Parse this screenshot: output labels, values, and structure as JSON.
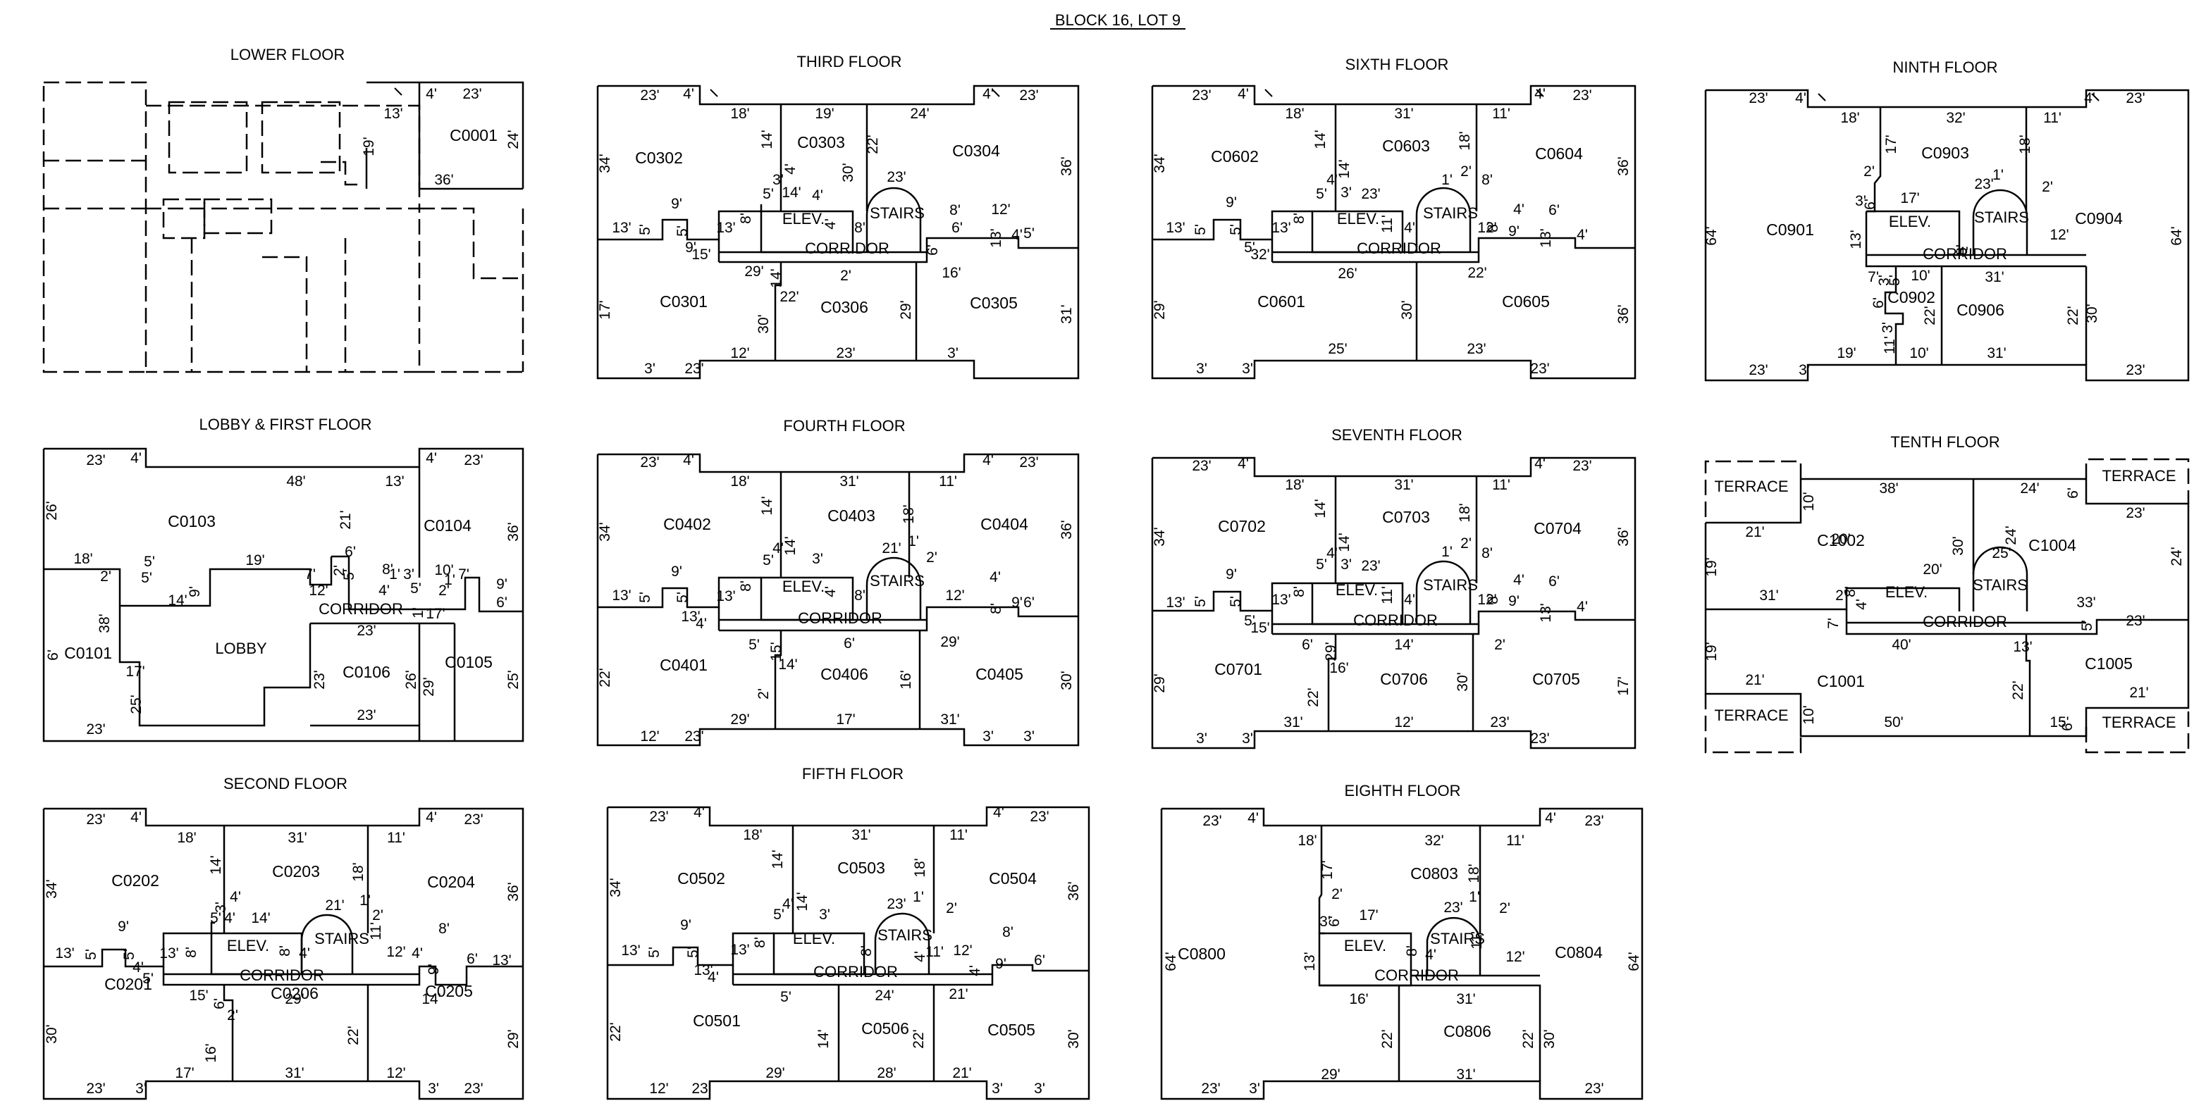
{
  "title": "BLOCK 16, LOT 9",
  "common": {
    "corridor": "CORRIDOR",
    "elev": "ELEV.",
    "stairs": "STAIRS",
    "lobby": "LOBBY",
    "terrace": "TERRACE"
  },
  "floors": [
    {
      "key": "lower",
      "title": "LOWER FLOOR",
      "units": [
        "C0001"
      ],
      "dims": [
        "13'",
        "4'",
        "23'",
        "19'",
        "24'",
        "36'"
      ]
    },
    {
      "key": "lobby",
      "title": "LOBBY & FIRST FLOOR",
      "units": [
        "C0103",
        "C0104",
        "C0101",
        "C0106",
        "C0105"
      ],
      "dims": [
        "23'",
        "4'",
        "48'",
        "4'",
        "23'",
        "26'",
        "21'",
        "13'",
        "36'",
        "18'",
        "2'",
        "5'",
        "5'",
        "14'",
        "9'",
        "19'",
        "7'",
        "12'",
        "6'",
        "2'",
        "5'",
        "8'",
        "3'",
        "4'",
        "1'",
        "5'",
        "10'",
        "1'",
        "2'",
        "7'",
        "9'",
        "6'",
        "1'",
        "17'",
        "38'",
        "6'",
        "17'",
        "25'",
        "23'",
        "23'",
        "26'",
        "29'",
        "25'",
        "23'",
        "23'"
      ]
    },
    {
      "key": "second",
      "title": "SECOND FLOOR",
      "units": [
        "C0202",
        "C0203",
        "C0204",
        "C0201",
        "C0206",
        "C0205"
      ],
      "dims": [
        "23'",
        "4'",
        "18'",
        "31'",
        "11'",
        "4'",
        "23'",
        "34'",
        "14'",
        "18'",
        "36'",
        "9'",
        "13'",
        "5'",
        "5'",
        "13'",
        "8'",
        "5'",
        "4'",
        "14'",
        "3'",
        "4'",
        "21'",
        "1'",
        "2'",
        "8'",
        "4'",
        "11'",
        "12'",
        "4'",
        "8'",
        "9'",
        "6'",
        "13'",
        "4'",
        "5'",
        "15'",
        "6'",
        "29'",
        "14'",
        "2'",
        "16'",
        "22'",
        "30'",
        "29'",
        "17'",
        "31'",
        "12'",
        "23'",
        "3'",
        "3'",
        "23'"
      ]
    },
    {
      "key": "third",
      "title": "THIRD FLOOR",
      "units": [
        "C0302",
        "C0303",
        "C0304",
        "C0301",
        "C0306",
        "C0305"
      ],
      "dims": [
        "23'",
        "4'",
        "18'",
        "19'",
        "24'",
        "4'",
        "23'",
        "34'",
        "14'",
        "22'",
        "36'",
        "30'",
        "23'",
        "9'",
        "13'",
        "5'",
        "5'",
        "13'",
        "8'",
        "5'",
        "3'",
        "4'",
        "14'",
        "4'",
        "8'",
        "4'",
        "8'",
        "12'",
        "6'",
        "13'",
        "4'",
        "5'",
        "9'",
        "15'",
        "6'",
        "29'",
        "14'",
        "2'",
        "16'",
        "22'",
        "30'",
        "29'",
        "17'",
        "31'",
        "12'",
        "23'",
        "3'",
        "3'",
        "23'"
      ]
    },
    {
      "key": "fourth",
      "title": "FOURTH FLOOR",
      "units": [
        "C0402",
        "C0403",
        "C0404",
        "C0401",
        "C0406",
        "C0405"
      ],
      "dims": [
        "23'",
        "4'",
        "18'",
        "31'",
        "11'",
        "4'",
        "23'",
        "34'",
        "14'",
        "18'",
        "36'",
        "9'",
        "13'",
        "5'",
        "5'",
        "13'",
        "8'",
        "5'",
        "4'",
        "14'",
        "3'",
        "21'",
        "1'",
        "2'",
        "8'",
        "4'",
        "12'",
        "4'",
        "8'",
        "9'",
        "6'",
        "13'",
        "4'",
        "5'",
        "15'",
        "6'",
        "29'",
        "14'",
        "2'",
        "16'",
        "22'",
        "30'",
        "29'",
        "17'",
        "31'",
        "12'",
        "23'",
        "3'",
        "3'",
        "23'"
      ]
    },
    {
      "key": "fifth",
      "title": "FIFTH FLOOR",
      "units": [
        "C0502",
        "C0503",
        "C0504",
        "C0501",
        "C0506",
        "C0505"
      ],
      "dims": [
        "23'",
        "4'",
        "18'",
        "31'",
        "11'",
        "4'",
        "23'",
        "34'",
        "14'",
        "18'",
        "36'",
        "9'",
        "13'",
        "5'",
        "5'",
        "13'",
        "8'",
        "5'",
        "4'",
        "14'",
        "3'",
        "23'",
        "1'",
        "2'",
        "8'",
        "4'",
        "11'",
        "12'",
        "4'",
        "8'",
        "9'",
        "6'",
        "13'",
        "4'",
        "5'",
        "24'",
        "21'",
        "14'",
        "22'",
        "22'",
        "30'",
        "29'",
        "28'",
        "21'",
        "12'",
        "23'",
        "3'",
        "3'",
        "23'"
      ]
    },
    {
      "key": "sixth",
      "title": "SIXTH FLOOR",
      "units": [
        "C0602",
        "C0603",
        "C0604",
        "C0601",
        "C0605"
      ],
      "dims": [
        "23'",
        "4'",
        "18'",
        "31'",
        "11'",
        "4'",
        "23'",
        "34'",
        "14'",
        "18'",
        "36'",
        "9'",
        "13'",
        "5'",
        "5'",
        "13'",
        "8'",
        "5'",
        "4'",
        "14'",
        "3'",
        "23'",
        "1'",
        "2'",
        "8'",
        "4'",
        "11'",
        "12'",
        "4'",
        "8'",
        "9'",
        "6'",
        "13'",
        "4'",
        "5'",
        "32'",
        "26'",
        "22'",
        "30'",
        "29'",
        "36'",
        "25'",
        "23'",
        "3'",
        "3'",
        "23'"
      ]
    },
    {
      "key": "seventh",
      "title": "SEVENTH FLOOR",
      "units": [
        "C0702",
        "C0703",
        "C0704",
        "C0701",
        "C0706",
        "C0705"
      ],
      "dims": [
        "23'",
        "4'",
        "18'",
        "31'",
        "11'",
        "4'",
        "23'",
        "34'",
        "14'",
        "18'",
        "36'",
        "9'",
        "13'",
        "5'",
        "5'",
        "13'",
        "8'",
        "5'",
        "4'",
        "14'",
        "3'",
        "23'",
        "1'",
        "2'",
        "8'",
        "4'",
        "11'",
        "12'",
        "4'",
        "8'",
        "9'",
        "6'",
        "13'",
        "4'",
        "5'",
        "15'",
        "6'",
        "29'",
        "14'",
        "2'",
        "16'",
        "22'",
        "30'",
        "29'",
        "17'",
        "31'",
        "12'",
        "23'",
        "3'",
        "3'",
        "23'"
      ]
    },
    {
      "key": "eighth",
      "title": "EIGHTH FLOOR",
      "units": [
        "C0803",
        "C0800",
        "C0804",
        "C0806"
      ],
      "dims": [
        "23'",
        "4'",
        "18'",
        "32'",
        "11'",
        "4'",
        "23'",
        "17'",
        "18'",
        "2'",
        "3'",
        "6'",
        "17'",
        "23'",
        "1'",
        "2'",
        "64'",
        "13'",
        "8'",
        "4'",
        "11'",
        "12'",
        "64'",
        "16'",
        "31'",
        "22'",
        "22'",
        "30'",
        "29'",
        "31'",
        "23'",
        "3'",
        "23'"
      ]
    },
    {
      "key": "ninth",
      "title": "NINTH FLOOR",
      "units": [
        "C0903",
        "C0901",
        "C0904",
        "C0902",
        "C0906"
      ],
      "dims": [
        "23'",
        "4'",
        "18'",
        "32'",
        "11'",
        "4'",
        "23'",
        "17'",
        "18'",
        "2'",
        "3'",
        "6'",
        "17'",
        "23'",
        "1'",
        "2'",
        "64'",
        "13'",
        "8'",
        "4'",
        "12'",
        "64'",
        "7'",
        "3'",
        "5'",
        "10'",
        "31'",
        "6'",
        "22'",
        "22'",
        "30'",
        "3'",
        "11'",
        "10'",
        "19'",
        "31'",
        "23'",
        "3'",
        "23'"
      ]
    },
    {
      "key": "tenth",
      "title": "TENTH FLOOR",
      "units": [
        "C1002",
        "C1004",
        "C1001",
        "C1005"
      ],
      "dims": [
        "10'",
        "38'",
        "24'",
        "6'",
        "21'",
        "30'",
        "24'",
        "23'",
        "25'",
        "19'",
        "20'",
        "24'",
        "31'",
        "2'",
        "8'",
        "4'",
        "33'",
        "7'",
        "5'",
        "23'",
        "40'",
        "13'",
        "19'",
        "22'",
        "21'",
        "10'",
        "21'",
        "50'",
        "15'",
        "6'",
        "20'"
      ]
    }
  ]
}
